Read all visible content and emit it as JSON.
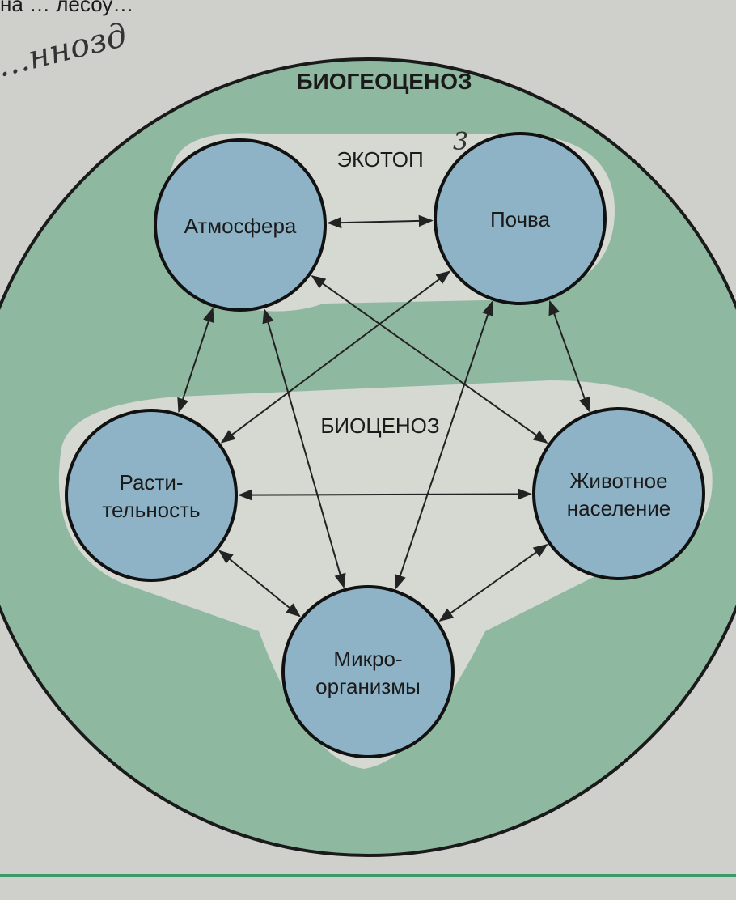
{
  "page_top_text": "на … лесоу…",
  "handwritten_note": "…ннозд",
  "handwritten_mark": "3",
  "title": "БИОГЕОЦЕНОЗ",
  "ecotope_label": "ЭКОТОП",
  "biocenosis_label": "БИОЦЕНОЗ",
  "nodes": {
    "atm": {
      "lines": [
        "Атмосфера"
      ]
    },
    "soil": {
      "lines": [
        "Почва"
      ]
    },
    "plants": {
      "lines": [
        "Расти-",
        "тельность"
      ]
    },
    "animals": {
      "lines": [
        "Животное",
        "население"
      ]
    },
    "micro": {
      "lines": [
        "Микро-",
        "организмы"
      ]
    }
  },
  "connections": [
    [
      "atm",
      "soil"
    ],
    [
      "atm",
      "plants"
    ],
    [
      "atm",
      "micro"
    ],
    [
      "atm",
      "animals"
    ],
    [
      "soil",
      "plants"
    ],
    [
      "soil",
      "micro"
    ],
    [
      "soil",
      "animals"
    ],
    [
      "plants",
      "animals"
    ],
    [
      "plants",
      "micro"
    ],
    [
      "animals",
      "micro"
    ]
  ],
  "colors": {
    "outer": "#8fb8a0",
    "node": "#8fb3c6",
    "blob": "#d6d8d2",
    "page": "#cfd0cc"
  }
}
